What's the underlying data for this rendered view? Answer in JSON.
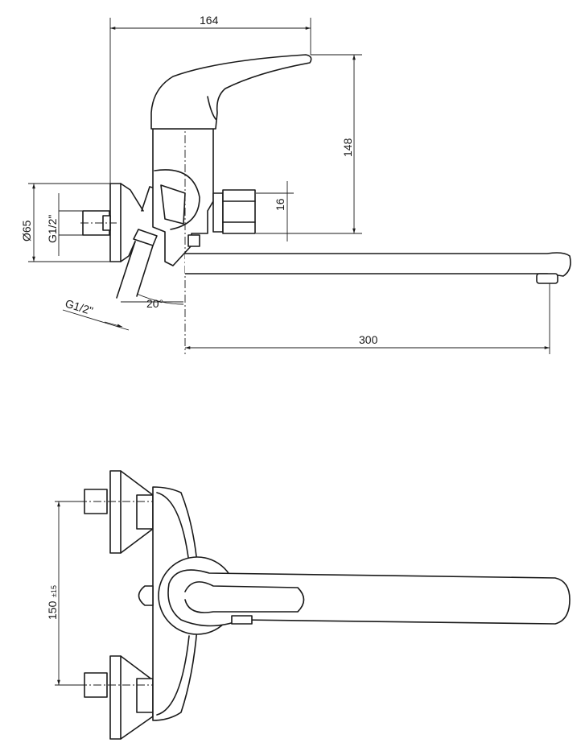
{
  "side_view": {
    "dim_width": "164",
    "dim_height": "148",
    "dim_offset": "16",
    "dim_flange_diameter": "Ø65",
    "dim_thread_inlet": "G1/2\"",
    "dim_thread_outlet": "G1/2\"",
    "dim_angle": "20°",
    "dim_spout_reach": "300"
  },
  "plan_view": {
    "dim_centers": "150",
    "dim_tolerance": "±15"
  }
}
